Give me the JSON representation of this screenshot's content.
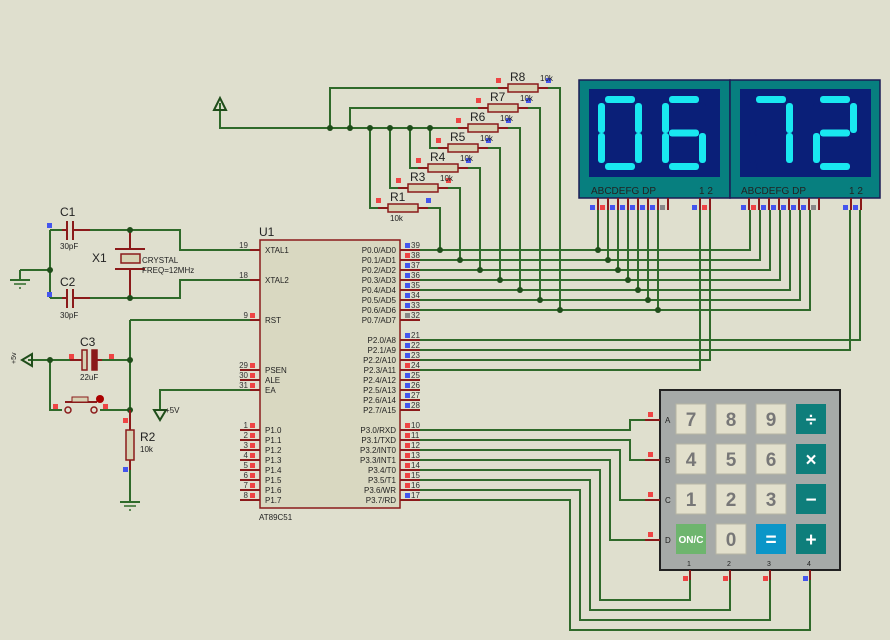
{
  "schematic": {
    "mcu": {
      "ref": "U1",
      "part": "AT89C51",
      "left_pins": [
        {
          "num": "19",
          "name": "XTAL1"
        },
        {
          "num": "18",
          "name": "XTAL2"
        },
        {
          "num": "9",
          "name": "RST"
        },
        {
          "num": "29",
          "name": "PSEN"
        },
        {
          "num": "30",
          "name": "ALE"
        },
        {
          "num": "31",
          "name": "EA"
        },
        {
          "num": "1",
          "name": "P1.0"
        },
        {
          "num": "2",
          "name": "P1.1"
        },
        {
          "num": "3",
          "name": "P1.2"
        },
        {
          "num": "4",
          "name": "P1.3"
        },
        {
          "num": "5",
          "name": "P1.4"
        },
        {
          "num": "6",
          "name": "P1.5"
        },
        {
          "num": "7",
          "name": "P1.6"
        },
        {
          "num": "8",
          "name": "P1.7"
        }
      ],
      "right_pins_p0": [
        {
          "num": "39",
          "name": "P0.0/AD0"
        },
        {
          "num": "38",
          "name": "P0.1/AD1"
        },
        {
          "num": "37",
          "name": "P0.2/AD2"
        },
        {
          "num": "36",
          "name": "P0.3/AD3"
        },
        {
          "num": "35",
          "name": "P0.4/AD4"
        },
        {
          "num": "34",
          "name": "P0.5/AD5"
        },
        {
          "num": "33",
          "name": "P0.6/AD6"
        },
        {
          "num": "32",
          "name": "P0.7/AD7"
        }
      ],
      "right_pins_p2": [
        {
          "num": "21",
          "name": "P2.0/A8"
        },
        {
          "num": "22",
          "name": "P2.1/A9"
        },
        {
          "num": "23",
          "name": "P2.2/A10"
        },
        {
          "num": "24",
          "name": "P2.3/A11"
        },
        {
          "num": "25",
          "name": "P2.4/A12"
        },
        {
          "num": "26",
          "name": "P2.5/A13"
        },
        {
          "num": "27",
          "name": "P2.6/A14"
        },
        {
          "num": "28",
          "name": "P2.7/A15"
        }
      ],
      "right_pins_p3": [
        {
          "num": "10",
          "name": "P3.0/RXD"
        },
        {
          "num": "11",
          "name": "P3.1/TXD"
        },
        {
          "num": "12",
          "name": "P3.2/INT0"
        },
        {
          "num": "13",
          "name": "P3.3/INT1"
        },
        {
          "num": "14",
          "name": "P3.4/T0"
        },
        {
          "num": "15",
          "name": "P3.5/T1"
        },
        {
          "num": "16",
          "name": "P3.6/WR"
        },
        {
          "num": "17",
          "name": "P3.7/RD"
        }
      ]
    },
    "resistors": [
      {
        "ref": "R8",
        "value": "10k"
      },
      {
        "ref": "R7",
        "value": "10k"
      },
      {
        "ref": "R6",
        "value": "10k"
      },
      {
        "ref": "R5",
        "value": "10k"
      },
      {
        "ref": "R4",
        "value": "10k"
      },
      {
        "ref": "R3",
        "value": "10k"
      },
      {
        "ref": "R1",
        "value": "10k"
      }
    ],
    "reset_resistor": {
      "ref": "R2",
      "value": "10k"
    },
    "capacitors": [
      {
        "ref": "C1",
        "value": "30pF"
      },
      {
        "ref": "C2",
        "value": "30pF"
      },
      {
        "ref": "C3",
        "value": "22uF"
      }
    ],
    "crystal": {
      "ref": "X1",
      "type": "CRYSTAL",
      "freq": "FREQ=12MHz"
    },
    "power_labels": {
      "vcc_left": "+5v",
      "ea_supply": "+5V"
    },
    "displays": [
      {
        "digits": [
          "0",
          "6"
        ],
        "pin_label": "ABCDEFG  DP",
        "common_label": "1 2"
      },
      {
        "digits": [
          "7",
          "2"
        ],
        "pin_label": "ABCDEFG  DP",
        "common_label": "1 2"
      }
    ],
    "keypad": {
      "row_labels": [
        "A",
        "B",
        "C",
        "D"
      ],
      "col_labels": [
        "1",
        "2",
        "3",
        "4"
      ],
      "keys": [
        [
          "7",
          "8",
          "9",
          "÷"
        ],
        [
          "4",
          "5",
          "6",
          "×"
        ],
        [
          "1",
          "2",
          "3",
          "−"
        ],
        [
          "ON/C",
          "0",
          "=",
          "+"
        ]
      ]
    }
  }
}
